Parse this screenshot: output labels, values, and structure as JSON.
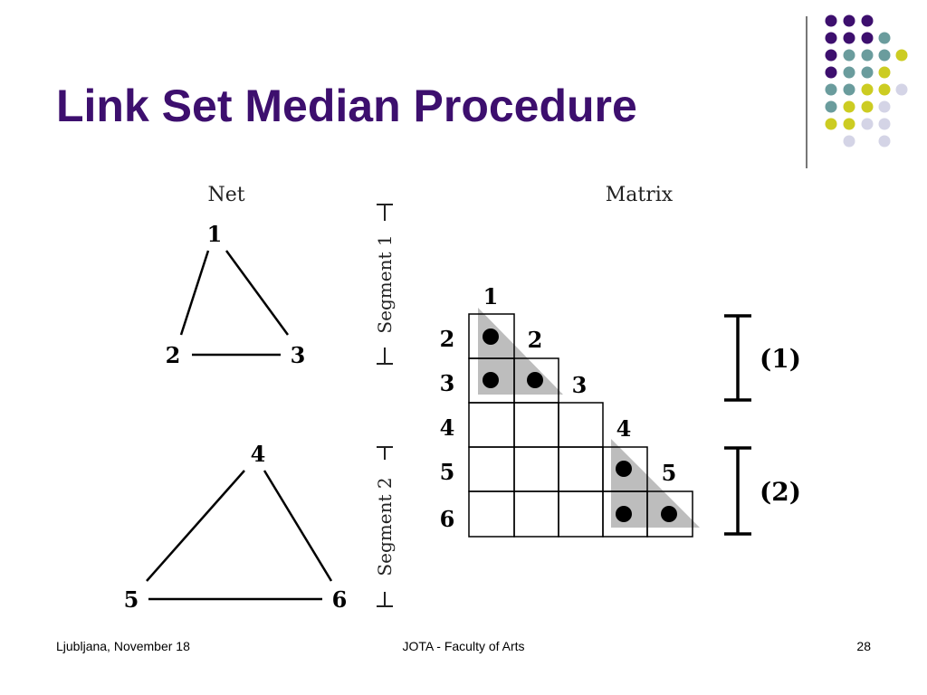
{
  "slide": {
    "title": "Link Set Median Procedure",
    "palette": {
      "purple": "#3d0f6e",
      "teal": "#6a9c9d",
      "yellow": "#cccc22",
      "lavender": "#d4d4e6",
      "title_color": "#3d0f6e",
      "shade": "#bdbdbd"
    }
  },
  "diagram": {
    "net_label": "Net",
    "matrix_label": "Matrix",
    "net_nodes": [
      "1",
      "2",
      "3",
      "4",
      "5",
      "6"
    ],
    "segment1_label": "Segment 1",
    "segment2_label": "Segment 2",
    "matrix_rows": [
      "2",
      "3",
      "4",
      "5",
      "6"
    ],
    "matrix_diag_labels": [
      "1",
      "2",
      "3",
      "4",
      "5"
    ],
    "bracket1_label": "(1)",
    "bracket2_label": "(2)"
  },
  "footer": {
    "left": "Ljubljana, November 18",
    "center": "JOTA - Faculty of Arts",
    "right": "28"
  }
}
